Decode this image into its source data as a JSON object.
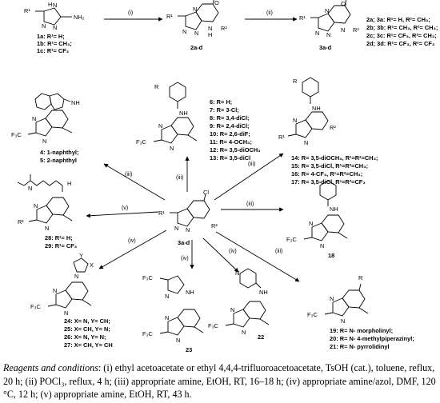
{
  "top_row": {
    "sm": {
      "lines": [
        "1a: R¹= H;",
        "1b: R¹= CH₃;",
        "1c: R¹= CF₃"
      ],
      "r1": "R¹",
      "nh2": "NH₂",
      "nh": "H",
      "n1": "N",
      "n2": "N",
      "n3": "N"
    },
    "int": {
      "label": "2a-d",
      "r1": "R¹",
      "r2": "R²",
      "o": "O",
      "n1": "N",
      "n2": "N",
      "n3": "N",
      "nh": "N",
      "h": "H"
    },
    "cl": {
      "label": "3a-d",
      "r1": "R¹",
      "r2": "R²",
      "cl": "Cl",
      "n1": "N",
      "n2": "N",
      "n3": "N",
      "n4": "N",
      "list": [
        "2a; 3a: R¹= H, R²= CH₃;",
        "2b; 3b: R¹= CH₃, R²= CH₃;",
        "2c; 3c: R¹= CF₃, R²= CH₃;",
        "2d; 3d: R¹= CF₃, R²= CF₃"
      ]
    },
    "step1": "(i)",
    "step2": "(ii)"
  },
  "center": {
    "label": "3a-d",
    "cl": "Cl",
    "r1": "R¹",
    "r2": "R²",
    "n": "N"
  },
  "arrows": {
    "a1": "(iii)",
    "a2": "(iii)",
    "a3": "(iii)",
    "a4": "(v)",
    "a5": "(iii)",
    "a6": "(iv)",
    "a7": "(iv)",
    "a8": "(iv)",
    "a9": "(iii)"
  },
  "products": {
    "naph": {
      "nh": "NH",
      "cf3": "F₃C",
      "n": "N",
      "l1": "4: 1-naphthyl;",
      "l2": "5: 2-naphthyl"
    },
    "aryl_cf3": {
      "r": "R",
      "nh": "NH",
      "cf3": "F₃C",
      "n": "N",
      "list": [
        "6: R= H;",
        "7: R= 3-Cl;",
        "8: R= 3,4-diCl;",
        "9: R= 2,4-diCl;",
        "10: R= 2,6-diF;",
        "11: R= 4-OCH₃;",
        "12: R= 3,5-diOCH₃",
        "13: R= 3,5-diCl"
      ]
    },
    "aryl_var": {
      "r": "R",
      "nh": "NH",
      "r1": "R¹",
      "r2": "R²",
      "n": "N",
      "list": [
        "14: R= 3,5-diOCH₃, R¹=R²=CH₃;",
        "15: R= 3,5-diCl, R¹=R²=CH₃;",
        "16: R= 4-CF₃, R¹=R²=CH₃;",
        "17: R= 3,5-diCl, R¹=R²=CF₃"
      ]
    },
    "amine": {
      "nh": "H",
      "nN": "N",
      "r1": "R¹",
      "n": "N",
      "l1": "28: R¹= H;",
      "l2": "29: R¹= CF₃"
    },
    "cyclohexyl": {
      "nh": "NH",
      "cf3": "F₃C",
      "n": "N",
      "label": "18"
    },
    "azole": {
      "x": "X",
      "y": "Y",
      "n": "N",
      "cf3": "F₃C",
      "list": [
        "24: X= N, Y= CH;",
        "25: X= CH, Y= N;",
        "26: X= N, Y= N;",
        "27: X= CH, Y= CH"
      ]
    },
    "dimer": {
      "cf3a": "F₃C",
      "cf3b": "F₃C",
      "nh": "NH",
      "n": "N",
      "label": "23"
    },
    "pyridyl": {
      "nh": "NH",
      "cf3": "F₃C",
      "n": "N",
      "label": "22"
    },
    "cyclic": {
      "r": "R",
      "cf3": "F₃C",
      "n": "N",
      "list": [
        "19: R= N- morpholinyl;",
        "20: R= N- 4-methylpiperazinyl;",
        "21: R= N- pyrrolidinyl"
      ]
    }
  },
  "caption": {
    "heading": "Reagents and conditions",
    "text": ": (i) ethyl acetoacetate or ethyl 4,4,4-trifluoroacetoacetate, TsOH (cat.), toluene, reflux, 20 h; (ii) POCl₃, reflux, 4 h; (iii) appropriate amine, EtOH, RT, 16–18 h; (iv) appropriate amine/azol, DMF, 120 °C, 12 h; (v) appropriate amine, EtOH, RT, 43 h."
  }
}
